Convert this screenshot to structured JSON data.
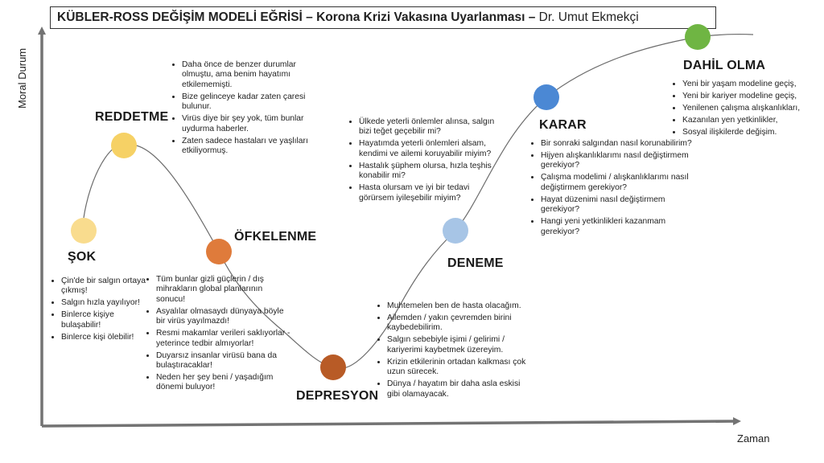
{
  "title": {
    "main": "KÜBLER-ROSS DEĞİŞİM MODELİ EĞRİSİ",
    "dash1": " – ",
    "sub": "Korona Krizi Vakasına Uyarlanması",
    "dash2": " – ",
    "author": "Dr. Umut Ekmekçi"
  },
  "axes": {
    "y_label": "Moral Durum",
    "x_label": "Zaman"
  },
  "colors": {
    "sok": "#f9dc8e",
    "reddetme": "#f6d165",
    "ofkelenme": "#df7b3b",
    "depresyon": "#b85b26",
    "deneme": "#a7c5e6",
    "karar": "#4b88d4",
    "dahil_olma": "#6fb543",
    "curve": "#6b6b6b",
    "axis": "#737373"
  },
  "stages": [
    {
      "id": "sok",
      "name": "ŞOK",
      "notes": [
        "Çin'de bir salgın ortaya çıkmış!",
        "Salgın hızla yayılıyor!",
        "Binlerce kişiye bulaşabilir!",
        "Binlerce kişi ölebilir!"
      ]
    },
    {
      "id": "reddetme",
      "name": "REDDETME",
      "notes": [
        "Daha önce de benzer durumlar olmuştu, ama benim hayatımı etkilememişti.",
        "Bize gelinceye kadar zaten çaresi bulunur.",
        "Virüs diye bir şey yok, tüm bunlar uydurma haberler.",
        "Zaten sadece hastaları ve yaşlıları etkiliyormuş."
      ]
    },
    {
      "id": "ofkelenme",
      "name": "ÖFKELENME",
      "notes": [
        "Tüm bunlar gizli güçlerin / dış mihrakların global planlarının sonucu!",
        "Asyalılar olmasaydı dünyaya böyle bir virüs yayılmazdı!",
        "Resmi makamlar verileri saklıyorlar - yeterince tedbir almıyorlar!",
        "Duyarsız insanlar virüsü bana da bulaştıracaklar!",
        "Neden her şey beni / yaşadığım dönemi buluyor!"
      ]
    },
    {
      "id": "depresyon",
      "name": "DEPRESYON",
      "notes": [
        "Muhtemelen ben de hasta olacağım.",
        "Ailemden / yakın çevremden birini kaybedebilirim.",
        "Salgın sebebiyle işimi / gelirimi / kariyerimi kaybetmek üzereyim.",
        "Krizin etkilerinin ortadan kalkması çok uzun sürecek.",
        "Dünya / hayatım bir daha asla eskisi gibi olamayacak."
      ]
    },
    {
      "id": "deneme",
      "name": "DENEME",
      "notes": [
        "Ülkede yeterli önlemler alınsa, salgın bizi teğet geçebilir mi?",
        "Hayatımda yeterli önlemleri alsam, kendimi ve ailemi koruyabilir miyim?",
        "Hastalık şüphem olursa, hızla teşhis konabilir mi?",
        "Hasta olursam ve iyi bir tedavi görürsem iyileşebilir miyim?"
      ]
    },
    {
      "id": "karar",
      "name": "KARAR",
      "notes": [
        "Bir sonraki salgından nasıl korunabilirim?",
        "Hijyen alışkanlıklarımı nasıl değiştirmem gerekiyor?",
        "Çalışma modelimi / alışkanlıklarımı nasıl değiştirmem gerekiyor?",
        "Hayat düzenimi nasıl değiştirmem gerekiyor?",
        "Hangi yeni yetkinlikleri kazanmam gerekiyor?"
      ]
    },
    {
      "id": "dahil_olma",
      "name": "DAHİL OLMA",
      "notes": [
        "Yeni bir yaşam modeline geçiş,",
        "Yeni bir kariyer modeline geçiş,",
        "Yenilenen çalışma alışkanlıkları,",
        "Kazanılan yen yetkinlikler,",
        "Sosyal ilişkilerde değişim."
      ]
    }
  ]
}
